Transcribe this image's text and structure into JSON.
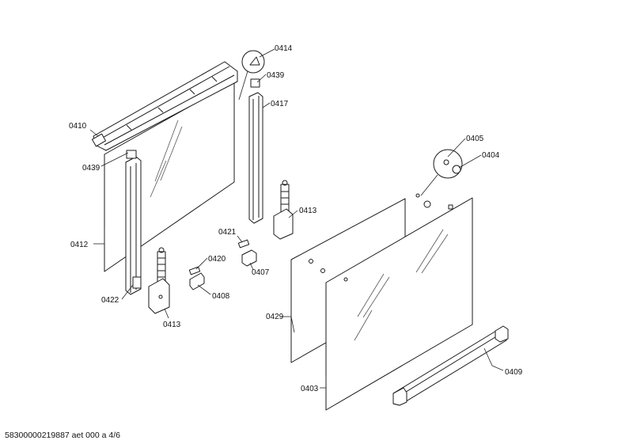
{
  "callouts": {
    "c0410": "0410",
    "c0439a": "0439",
    "c0412": "0412",
    "c0422": "0422",
    "c0413a": "0413",
    "c0414": "0414",
    "c0439b": "0439",
    "c0417": "0417",
    "c0413b": "0413",
    "c0421": "0421",
    "c0420": "0420",
    "c0407": "0407",
    "c0408": "0408",
    "c0405": "0405",
    "c0404": "0404",
    "c0429": "0429",
    "c0403": "0403",
    "c0409": "0409"
  },
  "footer": {
    "document_id": "58300000219887 aet 000 a 4/6"
  }
}
